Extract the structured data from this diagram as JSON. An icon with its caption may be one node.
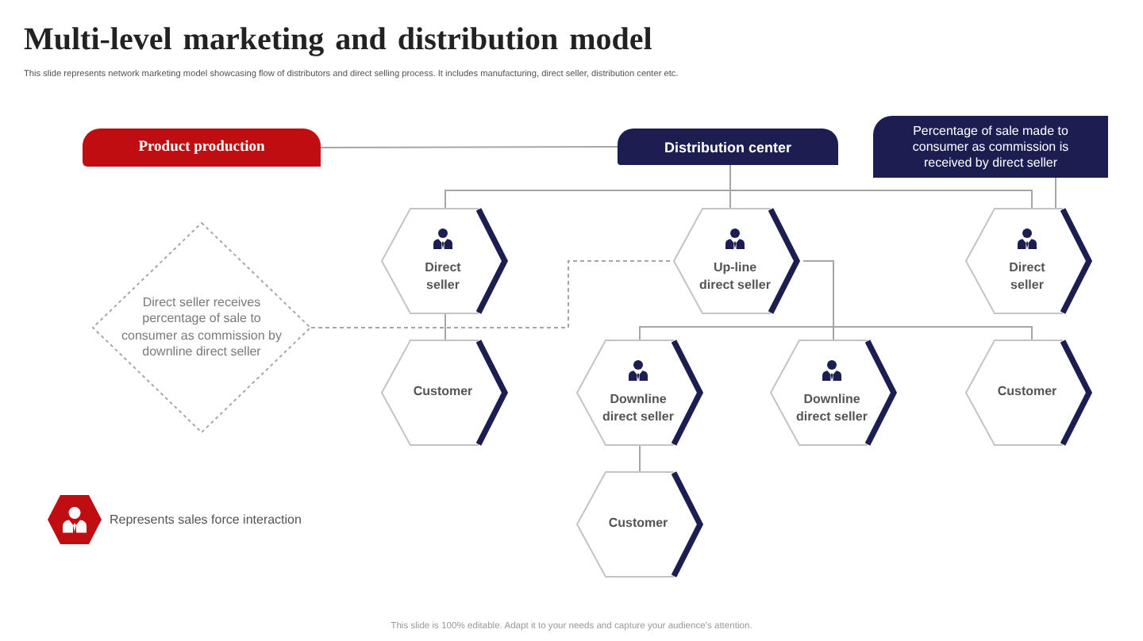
{
  "diagram": {
    "title": "Multi-level marketing and distribution model",
    "nodes": [
      {
        "text": [
          "Product production"
        ]
      },
      {
        "text": [
          "Distribution center"
        ]
      },
      {
        "text": [
          "Percentage of sale made to consumer as commission is received by direct seller"
        ]
      },
      {
        "text": [
          "Direct seller receives percentage of sale to consumer as commission by downline direct seller"
        ]
      },
      {
        "text": [
          "Direct seller"
        ]
      },
      {
        "text": [
          "Up-line direct seller"
        ]
      },
      {
        "text": [
          "Direct seller"
        ]
      },
      {
        "text": [
          "Customer"
        ]
      },
      {
        "text": [
          "Downline direct seller"
        ]
      },
      {
        "text": [
          "Downline direct seller"
        ]
      },
      {
        "text": [
          "Customer"
        ]
      },
      {
        "text": [
          "Customer"
        ]
      }
    ],
    "edges": [
      {
        "from": 0,
        "to": 1,
        "arrow": "none"
      },
      {
        "from": 1,
        "to": 4,
        "arrow": "none"
      },
      {
        "from": 1,
        "to": 5,
        "arrow": "none"
      },
      {
        "from": 1,
        "to": 6,
        "arrow": "none"
      },
      {
        "from": 2,
        "to": 6,
        "arrow": "none"
      },
      {
        "from": 3,
        "to": 5,
        "arrow": "none",
        "style": "dashed"
      },
      {
        "from": 4,
        "to": 7,
        "arrow": "none"
      },
      {
        "from": 5,
        "to": 8,
        "arrow": "none"
      },
      {
        "from": 5,
        "to": 9,
        "arrow": "none"
      },
      {
        "from": 5,
        "to": 10,
        "arrow": "none"
      },
      {
        "from": 8,
        "to": 11,
        "arrow": "none"
      }
    ],
    "labels": [
      "This slide represents network marketing model showcasing flow of distributors and direct selling process. It includes manufacturing, direct seller, distribution center etc.",
      "This slide is 100% editable. Adapt it to your needs and capture your audience's attention."
    ],
    "legend": [
      {
        "text": "Represents sales force interaction"
      }
    ]
  }
}
